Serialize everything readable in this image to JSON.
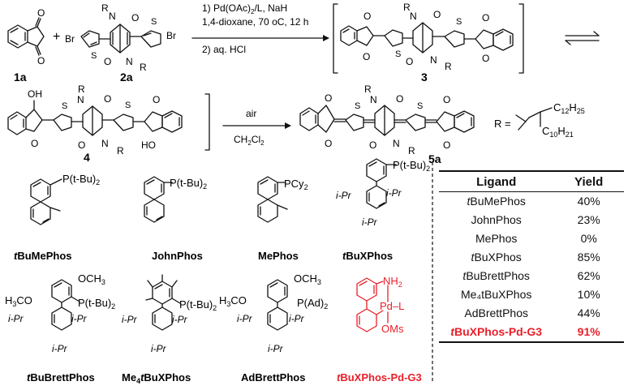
{
  "scheme": {
    "compound_labels": {
      "c1a": "1a",
      "c2a": "2a",
      "c3": "3",
      "c4": "4",
      "c5a": "5a"
    },
    "reaction1": {
      "line1": "1) Pd(OAc)",
      "line1_sub": "2",
      "line1_tail": "/L, NaH",
      "line2": "1,4-dioxane, 70 ",
      "line2_unit": "oC, 12 h",
      "line3": "2) aq. HCl"
    },
    "reaction2": {
      "above": "air",
      "below": "CH",
      "below_sub1": "2",
      "below_mid": "Cl",
      "below_sub2": "2"
    },
    "r_group": {
      "prefix": "R =",
      "upper": "C",
      "upper_sub": "12",
      "upper_tail": "H",
      "upper_sub2": "25",
      "lower": "C",
      "lower_sub": "10",
      "lower_tail": "H",
      "lower_sub2": "21"
    },
    "atoms": {
      "br": "Br",
      "s": "S",
      "n": "N",
      "r": "R",
      "o": "O",
      "oh": "OH",
      "ho": "HO"
    }
  },
  "ligands": {
    "l1": {
      "name_prefix": "t",
      "name": "BuMePhos",
      "p_label": "P(t-Bu)",
      "p_sub": "2"
    },
    "l2": {
      "name": "JohnPhos",
      "p_label": "P(t-Bu)",
      "p_sub": "2"
    },
    "l3": {
      "name": "MePhos",
      "p_label": "PCy",
      "p_sub": "2"
    },
    "l4": {
      "name_prefix": "t",
      "name": "BuXPhos",
      "p_label": "P(t-Bu)",
      "p_sub": "2",
      "ipr": "i-Pr"
    },
    "l5": {
      "name_prefix": "t",
      "name": "BuBrettPhos",
      "p_label": "P(t-Bu)",
      "p_sub": "2",
      "ome": "OCH",
      "ome_sub": "3",
      "h3co": "H",
      "h3co_sub": "3",
      "h3co_tail": "CO",
      "ipr": "i-Pr"
    },
    "l6": {
      "name_pre": "Me",
      "name_sub": "4",
      "name_t": "t",
      "name": "BuXPhos",
      "p_label": "P(t-Bu)",
      "p_sub": "2",
      "ipr": "i-Pr"
    },
    "l7": {
      "name": "AdBrettPhos",
      "p_label": "P(Ad)",
      "p_sub": "2",
      "ome": "OCH",
      "ome_sub": "3",
      "h3co": "H",
      "h3co_sub": "3",
      "h3co_tail": "CO",
      "ipr": "i-Pr"
    },
    "l8": {
      "name_prefix": "t",
      "name": "BuXPhos-Pd-G3",
      "nh2": "NH",
      "nh2_sub": "2",
      "pdl": "Pd–L",
      "oms": "OMs",
      "color": "#e8202a"
    }
  },
  "table": {
    "headers": {
      "ligand": "Ligand",
      "yield": "Yield"
    },
    "rows": [
      {
        "prefix": "t",
        "ligand": "BuMePhos",
        "yield": "40%"
      },
      {
        "prefix": "",
        "ligand": "JohnPhos",
        "yield": "23%"
      },
      {
        "prefix": "",
        "ligand": "MePhos",
        "yield": "0%"
      },
      {
        "prefix": "t",
        "ligand": "BuXPhos",
        "yield": "85%"
      },
      {
        "prefix": "t",
        "ligand": "BuBrettPhos",
        "yield": "62%"
      },
      {
        "prefix": "",
        "ligand": "Me₄tBuXPhos",
        "yield": "10%"
      },
      {
        "prefix": "",
        "ligand": "AdBrettPhos",
        "yield": "44%"
      },
      {
        "prefix": "t",
        "ligand": "BuXPhos-Pd-G3",
        "yield": "91%",
        "highlight": true
      }
    ],
    "highlight_color": "#e8202a"
  }
}
